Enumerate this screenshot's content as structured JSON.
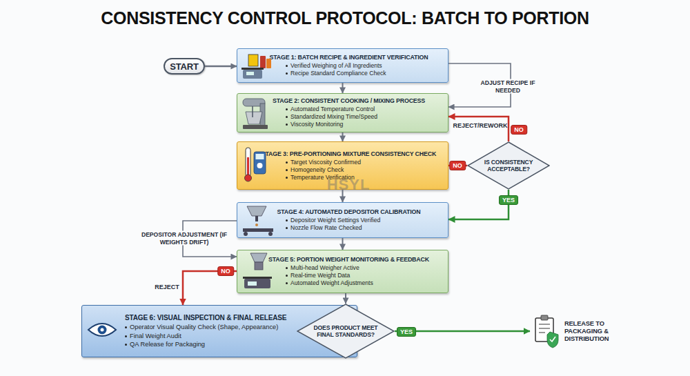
{
  "diagram": {
    "title": "CONSISTENCY CONTROL PROTOCOL: BATCH TO PORTION",
    "nodes": [
      {
        "text": [
          "START"
        ]
      },
      {
        "text": [
          "STAGE 1: BATCH RECIPE & INGREDIENT VERIFICATION",
          "Verified Weighing of All Ingredients",
          "Recipe Standard Compliance Check"
        ]
      },
      {
        "text": [
          "STAGE 2: CONSISTENT COOKING / MIXING PROCESS",
          "Automated Temperature Control",
          "Standardized Mixing Time/Speed",
          "Viscosity Monitoring"
        ]
      },
      {
        "text": [
          "STAGE 3: PRE-PORTIONING MIXTURE CONSISTENCY CHECK",
          "Target Viscosity Confirmed",
          "Homogeneity Check",
          "Temperature Verification"
        ]
      },
      {
        "text": [
          "IS CONSISTENCY ACCEPTABLE?"
        ]
      },
      {
        "text": [
          "STAGE 4: AUTOMATED DEPOSITOR CALIBRATION",
          "Depositor Weight Settings Verified",
          "Nozzle Flow Rate Checked"
        ]
      },
      {
        "text": [
          "STAGE 5: PORTION WEIGHT MONITORING & FEEDBACK",
          "Multi-head Weigher Active",
          "Real-time Weight Data",
          "Automated Weight Adjustments"
        ]
      },
      {
        "text": [
          "STAGE 6: VISUAL INSPECTION & FINAL RELEASE",
          "Operator Visual Quality Check (Shape, Appearance)",
          "Final Weight Audit",
          "QA Release for Packaging"
        ]
      },
      {
        "text": [
          "DOES PRODUCT MEET FINAL STANDARDS?"
        ]
      },
      {
        "text": [
          "RELEASE TO PACKAGING & DISTRIBUTION"
        ]
      }
    ],
    "edges": [
      {
        "from": 0,
        "to": 1,
        "arrow": "to"
      },
      {
        "from": 1,
        "to": 2,
        "arrow": "to"
      },
      {
        "from": 1,
        "to": 2,
        "label": "ADJUST RECIPE IF NEEDED",
        "arrow": "to"
      },
      {
        "from": 2,
        "to": 3,
        "arrow": "to"
      },
      {
        "from": 3,
        "to": 4,
        "label": "NO",
        "arrow": "to"
      },
      {
        "from": 4,
        "to": 2,
        "label": "NO",
        "arrow": "to"
      },
      {
        "from": 4,
        "to": 5,
        "label": "YES",
        "arrow": "to"
      },
      {
        "from": 3,
        "to": 5,
        "arrow": "to"
      },
      {
        "from": 5,
        "to": 6,
        "arrow": "to"
      },
      {
        "from": 5,
        "to": 6,
        "label": "DEPOSITOR ADJUSTMENT (IF WEIGHTS DRIFT)",
        "arrow": "to"
      },
      {
        "from": 6,
        "to": 8,
        "arrow": "to"
      },
      {
        "from": 6,
        "to": 7,
        "label": "NO",
        "arrow": "to"
      },
      {
        "from": 8,
        "to": 9,
        "label": "YES",
        "arrow": "to"
      }
    ],
    "labels": [
      "REJECT/REWORK",
      "REJECT",
      "HSYL"
    ]
  }
}
